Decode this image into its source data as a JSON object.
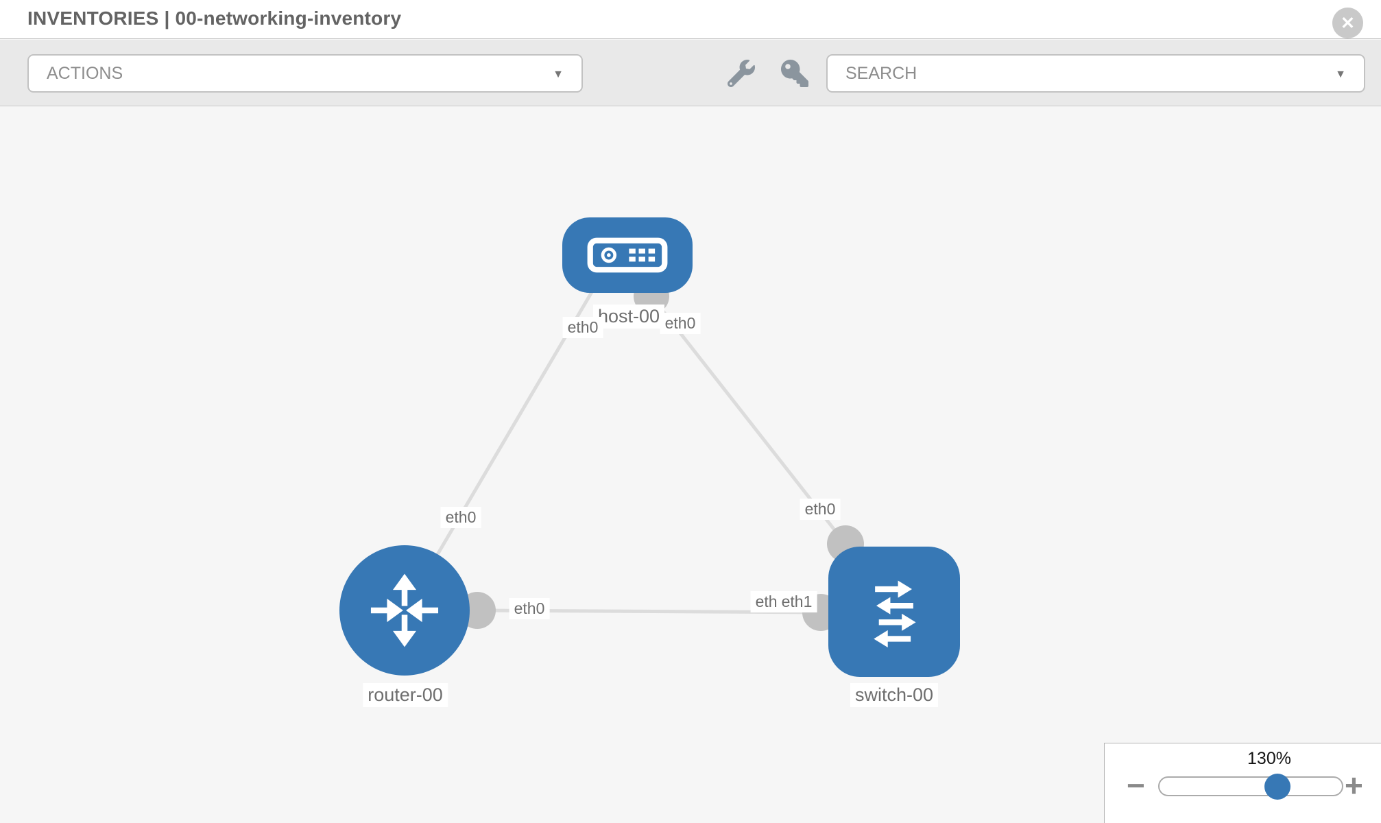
{
  "header": {
    "title": "INVENTORIES | 00-networking-inventory"
  },
  "toolbar": {
    "actions_label": "ACTIONS",
    "search_label": "SEARCH"
  },
  "icons": {
    "close": "✕",
    "caret": "▼"
  },
  "topology": {
    "nodes": [
      {
        "id": "host-00",
        "type": "host",
        "label": "host-00"
      },
      {
        "id": "router-00",
        "type": "router",
        "label": "router-00"
      },
      {
        "id": "switch-00",
        "type": "switch",
        "label": "switch-00"
      }
    ],
    "links": [
      {
        "from": "router-00",
        "to": "host-00",
        "from_iface": "eth0",
        "to_iface": "eth0"
      },
      {
        "from": "host-00",
        "to": "switch-00",
        "from_iface": "eth0",
        "to_iface": "eth0"
      },
      {
        "from": "router-00",
        "to": "switch-00",
        "from_iface": "eth0",
        "to_iface": "eth1"
      }
    ],
    "iface_labels": {
      "host_left": "eth0",
      "host_right": "eth0",
      "link_router_host": "eth0",
      "link_host_switch": "eth0",
      "router_right": "eth0",
      "switch_left_under": "eth0",
      "switch_left_top": "eth1"
    }
  },
  "zoom_control": {
    "level": "130%",
    "minus": "−",
    "plus": "+"
  },
  "colors": {
    "node_blue": "#3778b5",
    "link_gray": "#dcdcdc",
    "connector_gray": "#c1c1c1",
    "canvas_bg": "#f6f6f6",
    "toolbar_bg": "#e9e9e9",
    "header_bg": "#ffffff",
    "label_text": "#6e6e6e",
    "title_text": "#636363"
  }
}
